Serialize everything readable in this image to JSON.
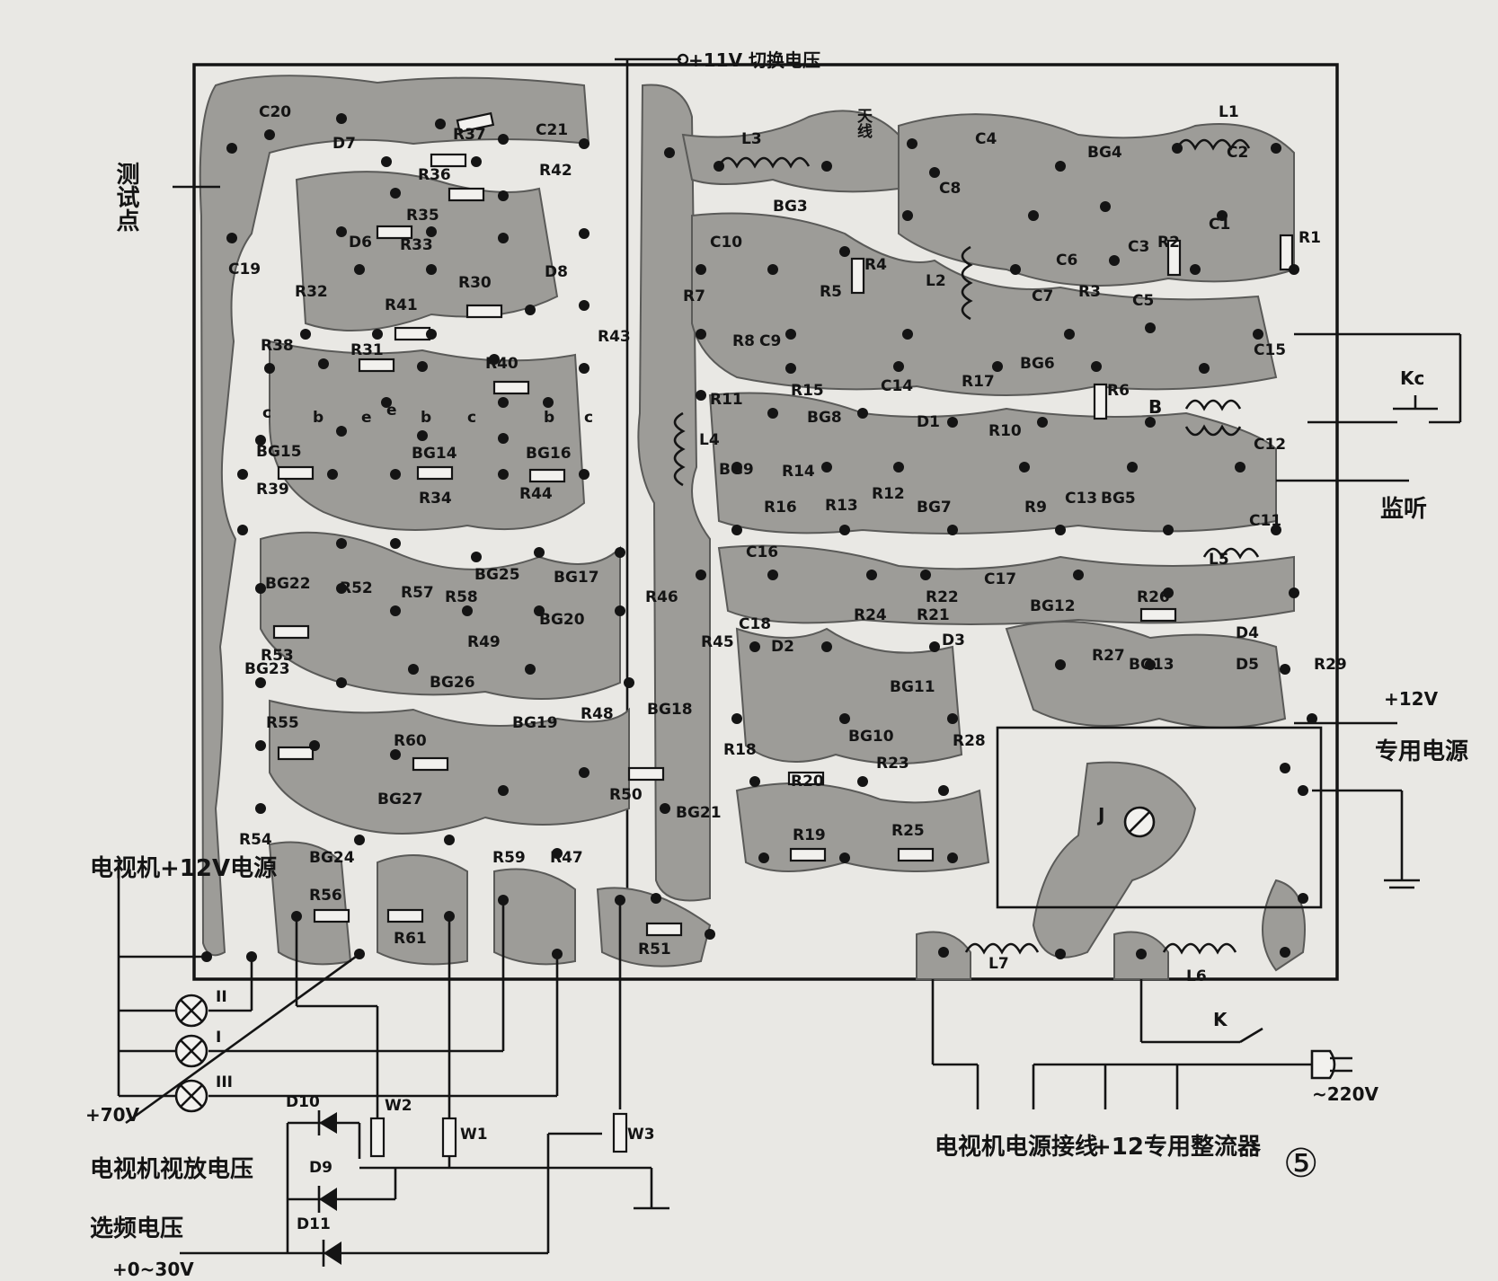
{
  "colors": {
    "background": "#e9e8e4",
    "copper_fill": "#9d9c98",
    "ink": "#141414"
  },
  "header": {
    "switch_voltage": "+11V 切换电压"
  },
  "board": {
    "antenna": "天线",
    "test_point": "测试点",
    "monitor": "监听",
    "plus12v": "+12V",
    "dedicated_power": "专用电源",
    "tv_12v_power": "电视机+12V电源",
    "plus70v": "+70V",
    "tv_video_amp_voltage": "电视机视放电压",
    "band_select_voltage": "选频电压",
    "band_range": "+0~30V",
    "mains": "~220V",
    "tv_power_wiring": "电视机电源接线",
    "rectifier": "+12专用整流器",
    "figure_number": "⑤",
    "switch_k": "K",
    "switch_kc": "Kc",
    "transformer_b": "B",
    "relay_j": "J"
  },
  "lamps": [
    "II",
    "I",
    "III"
  ],
  "components": {
    "resistors": [
      "R1",
      "R2",
      "R3",
      "R4",
      "R5",
      "R6",
      "R7",
      "R8",
      "R9",
      "R10",
      "R11",
      "R12",
      "R13",
      "R14",
      "R15",
      "R16",
      "R17",
      "R18",
      "R19",
      "R20",
      "R21",
      "R22",
      "R23",
      "R24",
      "R25",
      "R26",
      "R27",
      "R28",
      "R29",
      "R30",
      "R31",
      "R32",
      "R33",
      "R34",
      "R35",
      "R36",
      "R37",
      "R38",
      "R39",
      "R40",
      "R41",
      "R42",
      "R43",
      "R44",
      "R45",
      "R46",
      "R47",
      "R48",
      "R49",
      "R50",
      "R51",
      "R52",
      "R53",
      "R54",
      "R55",
      "R56",
      "R57",
      "R58",
      "R59",
      "R60",
      "R61"
    ],
    "capacitors": [
      "C1",
      "C2",
      "C3",
      "C4",
      "C5",
      "C6",
      "C7",
      "C8",
      "C9",
      "C10",
      "C11",
      "C12",
      "C13",
      "C14",
      "C15",
      "C16",
      "C17",
      "C18",
      "C19",
      "C20",
      "C21"
    ],
    "transistors": [
      "BG3",
      "BG4",
      "BG5",
      "BG6",
      "BG7",
      "BG8",
      "BG9",
      "BG10",
      "BG11",
      "BG12",
      "BG13",
      "BG14",
      "BG15",
      "BG16",
      "BG17",
      "BG18",
      "BG19",
      "BG20",
      "BG21",
      "BG22",
      "BG23",
      "BG24",
      "BG25",
      "BG26",
      "BG27"
    ],
    "diodes": [
      "D1",
      "D2",
      "D3",
      "D4",
      "D5",
      "D6",
      "D7",
      "D8",
      "D9",
      "D10",
      "D11"
    ],
    "inductors": [
      "L1",
      "L2",
      "L3",
      "L4",
      "L5",
      "L6",
      "L7"
    ],
    "pots": [
      "W1",
      "W2",
      "W3"
    ],
    "pin_labels": [
      "c",
      "b",
      "e",
      "e",
      "b",
      "c",
      "c",
      "b"
    ]
  }
}
